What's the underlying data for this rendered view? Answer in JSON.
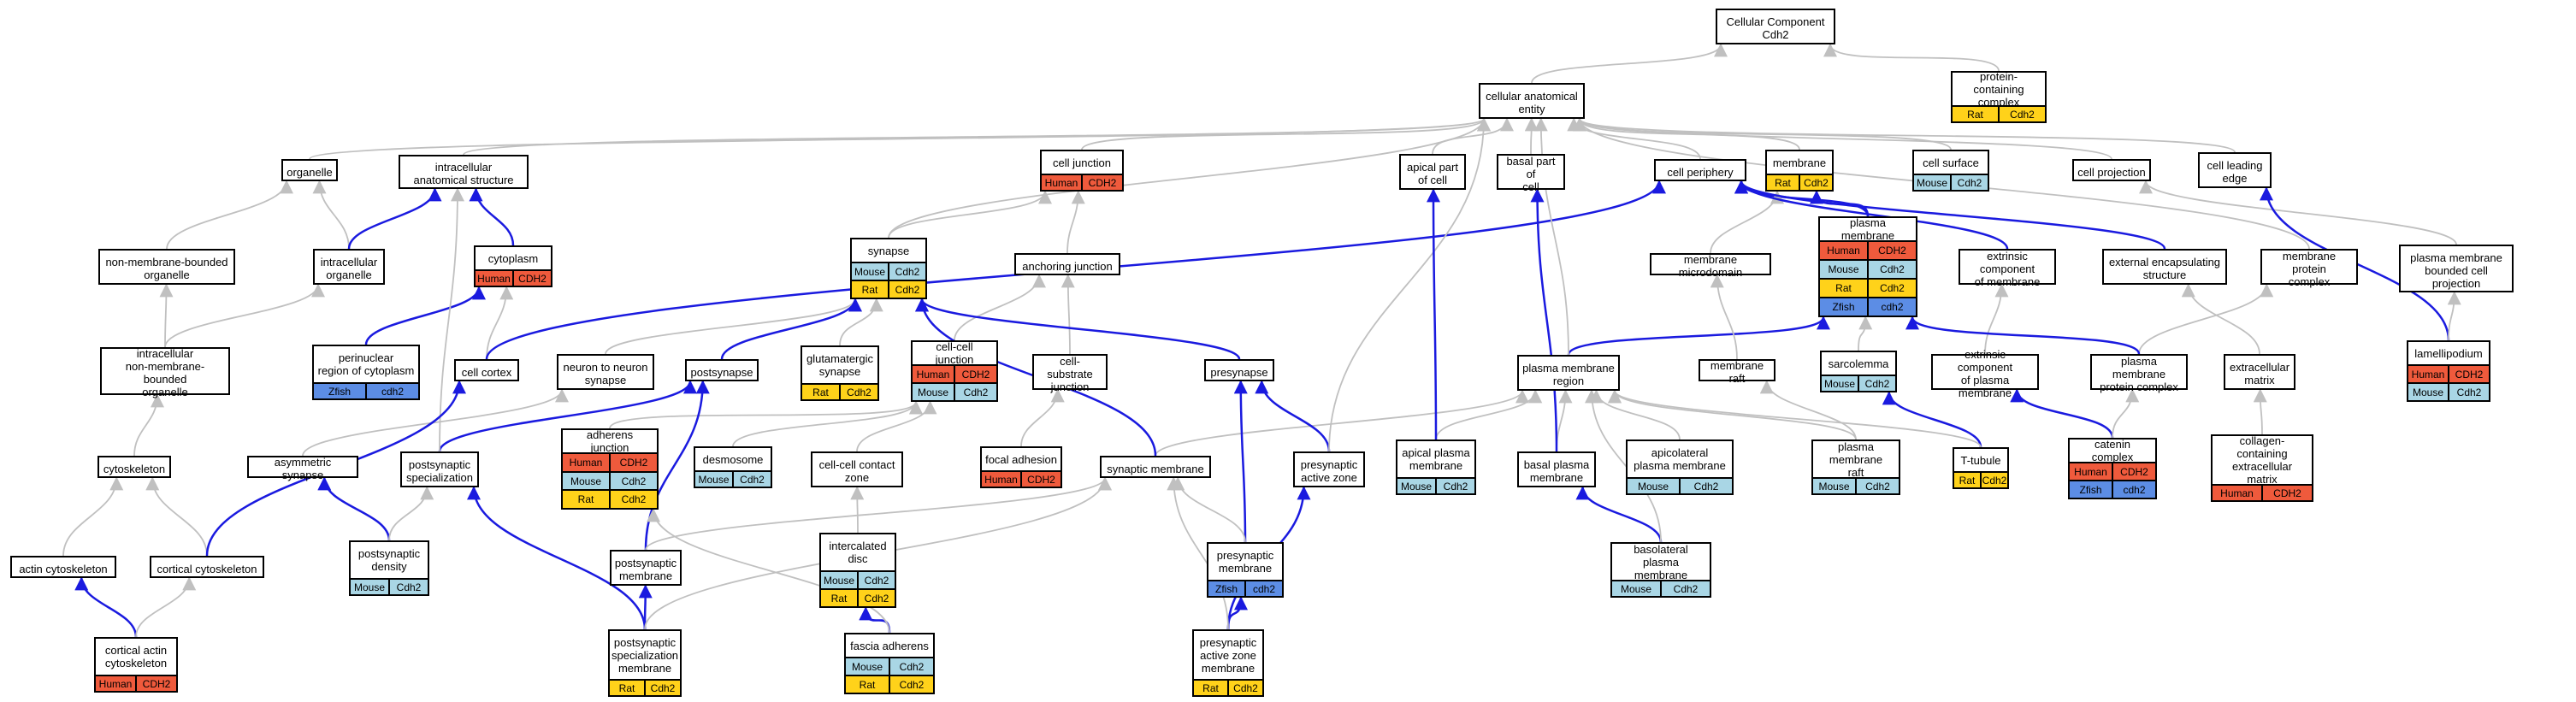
{
  "colors": {
    "Human": "#ef5a3c",
    "Mouse": "#a9d6e5",
    "Rat": "#ffd21a",
    "Zfish": "#5c8de5",
    "edge_gray": "#c0c0c0",
    "edge_blue": "#1a1adf"
  },
  "nodes": [
    {
      "id": "cc",
      "label": "Cellular Component\nCdh2",
      "rows": []
    },
    {
      "id": "pcc",
      "label": "protein-containing\ncomplex",
      "rows": [
        [
          "Rat",
          "Cdh2"
        ]
      ]
    },
    {
      "id": "cae",
      "label": "cellular anatomical\nentity",
      "rows": []
    },
    {
      "id": "org",
      "label": "organelle",
      "rows": []
    },
    {
      "id": "ias",
      "label": "intracellular\nanatomical structure",
      "rows": []
    },
    {
      "id": "cj",
      "label": "cell junction",
      "rows": [
        [
          "Human",
          "CDH2"
        ]
      ]
    },
    {
      "id": "apc",
      "label": "apical part\nof cell",
      "rows": []
    },
    {
      "id": "bpc",
      "label": "basal part of\ncell",
      "rows": []
    },
    {
      "id": "cp",
      "label": "cell periphery",
      "rows": []
    },
    {
      "id": "mem",
      "label": "membrane",
      "rows": [
        [
          "Rat",
          "Cdh2"
        ]
      ]
    },
    {
      "id": "cs",
      "label": "cell surface",
      "rows": [
        [
          "Mouse",
          "Cdh2"
        ]
      ]
    },
    {
      "id": "cproj",
      "label": "cell projection",
      "rows": []
    },
    {
      "id": "cle",
      "label": "cell leading\nedge",
      "rows": []
    },
    {
      "id": "nmbo",
      "label": "non-membrane-bounded\norganelle",
      "rows": []
    },
    {
      "id": "io",
      "label": "intracellular\norganelle",
      "rows": []
    },
    {
      "id": "cyto",
      "label": "cytoplasm",
      "rows": [
        [
          "Human",
          "CDH2"
        ]
      ]
    },
    {
      "id": "syn",
      "label": "synapse",
      "rows": [
        [
          "Mouse",
          "Cdh2"
        ],
        [
          "Rat",
          "Cdh2"
        ]
      ]
    },
    {
      "id": "aj",
      "label": "anchoring junction",
      "rows": []
    },
    {
      "id": "pm",
      "label": "plasma membrane",
      "rows": [
        [
          "Human",
          "CDH2"
        ],
        [
          "Mouse",
          "Cdh2"
        ],
        [
          "Rat",
          "Cdh2"
        ],
        [
          "Zfish",
          "cdh2"
        ]
      ]
    },
    {
      "id": "mmd",
      "label": "membrane microdomain",
      "rows": []
    },
    {
      "id": "ecm",
      "label": "extrinsic component\nof membrane",
      "rows": []
    },
    {
      "id": "ees",
      "label": "external encapsulating\nstructure",
      "rows": []
    },
    {
      "id": "mpc",
      "label": "membrane protein\ncomplex",
      "rows": []
    },
    {
      "id": "pmbcp",
      "label": "plasma membrane\nbounded cell\nprojection",
      "rows": []
    },
    {
      "id": "inmbo",
      "label": "intracellular\nnon-membrane-bounded\norganelle",
      "rows": []
    },
    {
      "id": "prc",
      "label": "perinuclear\nregion of cytoplasm",
      "rows": [
        [
          "Zfish",
          "cdh2"
        ]
      ]
    },
    {
      "id": "ccort",
      "label": "cell cortex",
      "rows": []
    },
    {
      "id": "nns",
      "label": "neuron to neuron\nsynapse",
      "rows": []
    },
    {
      "id": "post",
      "label": "postsynapse",
      "rows": []
    },
    {
      "id": "glut",
      "label": "glutamatergic\nsynapse",
      "rows": [
        [
          "Rat",
          "Cdh2"
        ]
      ]
    },
    {
      "id": "ccj",
      "label": "cell-cell junction",
      "rows": [
        [
          "Human",
          "CDH2"
        ],
        [
          "Mouse",
          "Cdh2"
        ]
      ]
    },
    {
      "id": "csj",
      "label": "cell-substrate\njunction",
      "rows": []
    },
    {
      "id": "pre",
      "label": "presynapse",
      "rows": []
    },
    {
      "id": "pmr",
      "label": "plasma membrane\nregion",
      "rows": []
    },
    {
      "id": "mraft",
      "label": "membrane raft",
      "rows": []
    },
    {
      "id": "sarc",
      "label": "sarcolemma",
      "rows": [
        [
          "Mouse",
          "Cdh2"
        ]
      ]
    },
    {
      "id": "ecpm",
      "label": "extrinsic component\nof plasma membrane",
      "rows": []
    },
    {
      "id": "pmpc",
      "label": "plasma membrane\nprotein complex",
      "rows": []
    },
    {
      "id": "ecmx",
      "label": "extracellular\nmatrix",
      "rows": []
    },
    {
      "id": "lam",
      "label": "lamellipodium",
      "rows": [
        [
          "Human",
          "CDH2"
        ],
        [
          "Mouse",
          "Cdh2"
        ]
      ]
    },
    {
      "id": "cytsk",
      "label": "cytoskeleton",
      "rows": []
    },
    {
      "id": "asyn",
      "label": "asymmetric synapse",
      "rows": []
    },
    {
      "id": "pspec",
      "label": "postsynaptic\nspecialization",
      "rows": []
    },
    {
      "id": "adj",
      "label": "adherens junction",
      "rows": [
        [
          "Human",
          "CDH2"
        ],
        [
          "Mouse",
          "Cdh2"
        ],
        [
          "Rat",
          "Cdh2"
        ]
      ]
    },
    {
      "id": "desm",
      "label": "desmosome",
      "rows": [
        [
          "Mouse",
          "Cdh2"
        ]
      ]
    },
    {
      "id": "focal",
      "label": "focal adhesion",
      "rows": [
        [
          "Human",
          "CDH2"
        ]
      ]
    },
    {
      "id": "cccz",
      "label": "cell-cell contact\nzone",
      "rows": []
    },
    {
      "id": "synm",
      "label": "synaptic membrane",
      "rows": []
    },
    {
      "id": "paz",
      "label": "presynaptic\nactive zone",
      "rows": []
    },
    {
      "id": "apm",
      "label": "apical plasma\nmembrane",
      "rows": [
        [
          "Mouse",
          "Cdh2"
        ]
      ]
    },
    {
      "id": "bpm",
      "label": "basal plasma\nmembrane",
      "rows": []
    },
    {
      "id": "alpm",
      "label": "apicolateral\nplasma membrane",
      "rows": [
        [
          "Mouse",
          "Cdh2"
        ]
      ]
    },
    {
      "id": "pmraft",
      "label": "plasma membrane\nraft",
      "rows": [
        [
          "Mouse",
          "Cdh2"
        ]
      ]
    },
    {
      "id": "ttub",
      "label": "T-tubule",
      "rows": [
        [
          "Rat",
          "Cdh2"
        ]
      ]
    },
    {
      "id": "catc",
      "label": "catenin complex",
      "rows": [
        [
          "Human",
          "CDH2"
        ],
        [
          "Zfish",
          "cdh2"
        ]
      ]
    },
    {
      "id": "colm",
      "label": "collagen-containing\nextracellular\nmatrix",
      "rows": [
        [
          "Human",
          "CDH2"
        ]
      ]
    },
    {
      "id": "actcs",
      "label": "actin cytoskeleton",
      "rows": []
    },
    {
      "id": "ccs",
      "label": "cortical cytoskeleton",
      "rows": []
    },
    {
      "id": "pdens",
      "label": "postsynaptic\ndensity",
      "rows": [
        [
          "Mouse",
          "Cdh2"
        ]
      ]
    },
    {
      "id": "postm",
      "label": "postsynaptic\nmembrane",
      "rows": []
    },
    {
      "id": "idisc",
      "label": "intercalated\ndisc",
      "rows": [
        [
          "Mouse",
          "Cdh2"
        ],
        [
          "Rat",
          "Cdh2"
        ]
      ]
    },
    {
      "id": "prem",
      "label": "presynaptic\nmembrane",
      "rows": [
        [
          "Zfish",
          "cdh2"
        ]
      ]
    },
    {
      "id": "blpm",
      "label": "basolateral\nplasma membrane",
      "rows": [
        [
          "Mouse",
          "Cdh2"
        ]
      ]
    },
    {
      "id": "cacs",
      "label": "cortical actin\ncytoskeleton",
      "rows": [
        [
          "Human",
          "CDH2"
        ]
      ]
    },
    {
      "id": "psm",
      "label": "postsynaptic\nspecialization\nmembrane",
      "rows": [
        [
          "Rat",
          "Cdh2"
        ]
      ]
    },
    {
      "id": "fadh",
      "label": "fascia adherens",
      "rows": [
        [
          "Mouse",
          "Cdh2"
        ],
        [
          "Rat",
          "Cdh2"
        ]
      ]
    },
    {
      "id": "pazm",
      "label": "presynaptic\nactive zone\nmembrane",
      "rows": [
        [
          "Rat",
          "Cdh2"
        ]
      ]
    }
  ],
  "edges": [
    [
      "pcc",
      "cc",
      "gray"
    ],
    [
      "cae",
      "cc",
      "gray"
    ],
    [
      "org",
      "cae",
      "gray"
    ],
    [
      "ias",
      "cae",
      "gray"
    ],
    [
      "cj",
      "cae",
      "gray"
    ],
    [
      "apc",
      "cae",
      "gray"
    ],
    [
      "bpc",
      "cae",
      "gray"
    ],
    [
      "cp",
      "cae",
      "gray"
    ],
    [
      "mem",
      "cae",
      "gray"
    ],
    [
      "cs",
      "cae",
      "gray"
    ],
    [
      "cproj",
      "cae",
      "gray"
    ],
    [
      "cle",
      "cae",
      "gray"
    ],
    [
      "nmbo",
      "org",
      "gray"
    ],
    [
      "io",
      "org",
      "gray"
    ],
    [
      "io",
      "ias",
      "blue"
    ],
    [
      "cyto",
      "ias",
      "blue"
    ],
    [
      "syn",
      "cae",
      "gray"
    ],
    [
      "syn",
      "cj",
      "gray"
    ],
    [
      "aj",
      "cj",
      "gray"
    ],
    [
      "pm",
      "mem",
      "blue"
    ],
    [
      "pm",
      "cp",
      "blue"
    ],
    [
      "mmd",
      "mem",
      "gray"
    ],
    [
      "ecm",
      "cp",
      "blue"
    ],
    [
      "ees",
      "cp",
      "blue"
    ],
    [
      "mpc",
      "cae",
      "gray"
    ],
    [
      "pmbcp",
      "cproj",
      "gray"
    ],
    [
      "inmbo",
      "nmbo",
      "gray"
    ],
    [
      "inmbo",
      "io",
      "gray"
    ],
    [
      "prc",
      "cyto",
      "blue"
    ],
    [
      "ccort",
      "cyto",
      "gray"
    ],
    [
      "ccort",
      "cp",
      "blue"
    ],
    [
      "nns",
      "syn",
      "gray"
    ],
    [
      "post",
      "syn",
      "blue"
    ],
    [
      "glut",
      "syn",
      "gray"
    ],
    [
      "ccj",
      "aj",
      "gray"
    ],
    [
      "csj",
      "aj",
      "gray"
    ],
    [
      "pre",
      "syn",
      "blue"
    ],
    [
      "pmr",
      "pm",
      "blue"
    ],
    [
      "pmr",
      "cae",
      "gray"
    ],
    [
      "mraft",
      "mmd",
      "gray"
    ],
    [
      "sarc",
      "pm",
      "gray"
    ],
    [
      "ecpm",
      "ecm",
      "gray"
    ],
    [
      "pmpc",
      "mpc",
      "gray"
    ],
    [
      "pmpc",
      "pm",
      "blue"
    ],
    [
      "ecmx",
      "ees",
      "gray"
    ],
    [
      "lam",
      "cle",
      "blue"
    ],
    [
      "lam",
      "pmbcp",
      "gray"
    ],
    [
      "cytsk",
      "inmbo",
      "gray"
    ],
    [
      "asyn",
      "nns",
      "gray"
    ],
    [
      "pspec",
      "post",
      "blue"
    ],
    [
      "pspec",
      "ias",
      "gray"
    ],
    [
      "adj",
      "ccj",
      "gray"
    ],
    [
      "desm",
      "ccj",
      "gray"
    ],
    [
      "focal",
      "csj",
      "gray"
    ],
    [
      "cccz",
      "ccj",
      "gray"
    ],
    [
      "synm",
      "pmr",
      "gray"
    ],
    [
      "synm",
      "syn",
      "blue"
    ],
    [
      "paz",
      "pre",
      "blue"
    ],
    [
      "paz",
      "cae",
      "gray"
    ],
    [
      "apm",
      "pmr",
      "gray"
    ],
    [
      "apm",
      "apc",
      "blue"
    ],
    [
      "bpm",
      "pmr",
      "gray"
    ],
    [
      "bpm",
      "bpc",
      "blue"
    ],
    [
      "alpm",
      "pmr",
      "gray"
    ],
    [
      "pmraft",
      "mraft",
      "gray"
    ],
    [
      "pmraft",
      "pmr",
      "gray"
    ],
    [
      "ttub",
      "sarc",
      "blue"
    ],
    [
      "ttub",
      "pmr",
      "gray"
    ],
    [
      "catc",
      "ecpm",
      "blue"
    ],
    [
      "catc",
      "pmpc",
      "gray"
    ],
    [
      "colm",
      "ecmx",
      "gray"
    ],
    [
      "actcs",
      "cytsk",
      "gray"
    ],
    [
      "ccs",
      "cytsk",
      "gray"
    ],
    [
      "ccs",
      "ccort",
      "blue"
    ],
    [
      "pdens",
      "asyn",
      "blue"
    ],
    [
      "pdens",
      "pspec",
      "gray"
    ],
    [
      "postm",
      "post",
      "blue"
    ],
    [
      "postm",
      "synm",
      "gray"
    ],
    [
      "idisc",
      "cccz",
      "gray"
    ],
    [
      "prem",
      "pre",
      "blue"
    ],
    [
      "prem",
      "synm",
      "gray"
    ],
    [
      "blpm",
      "bpm",
      "blue"
    ],
    [
      "blpm",
      "pmr",
      "gray"
    ],
    [
      "cacs",
      "actcs",
      "blue"
    ],
    [
      "cacs",
      "ccs",
      "gray"
    ],
    [
      "psm",
      "pspec",
      "blue"
    ],
    [
      "psm",
      "postm",
      "blue"
    ],
    [
      "psm",
      "synm",
      "gray"
    ],
    [
      "fadh",
      "idisc",
      "blue"
    ],
    [
      "fadh",
      "adj",
      "gray"
    ],
    [
      "pazm",
      "paz",
      "blue"
    ],
    [
      "pazm",
      "prem",
      "blue"
    ],
    [
      "pazm",
      "synm",
      "gray"
    ]
  ]
}
